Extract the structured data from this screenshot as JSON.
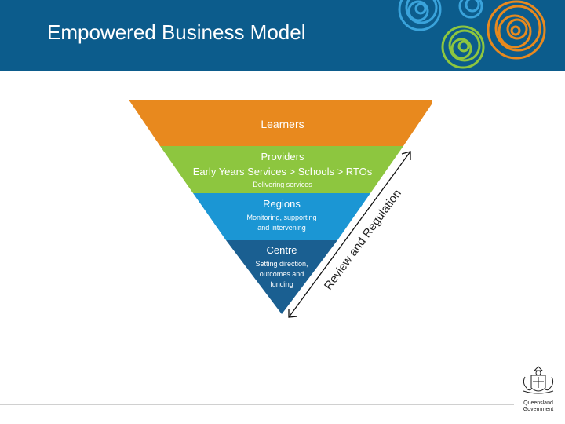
{
  "header": {
    "title": "Empowered Business Model"
  },
  "pyramid": {
    "tiers": [
      {
        "title": "Learners",
        "color": "#e8891e",
        "lines": []
      },
      {
        "title": "Providers",
        "color": "#8dc63f",
        "lines": [
          "Early Years Services > Schools > RTOs",
          "Delivering services"
        ]
      },
      {
        "title": "Regions",
        "color": "#1b96d4",
        "lines": [
          "Monitoring, supporting",
          "and intervening"
        ]
      },
      {
        "title": "Centre",
        "color": "#1a5f91",
        "lines": [
          "Setting direction,",
          "outcomes and",
          "funding"
        ]
      }
    ],
    "arrow_label": "Review and Regulation"
  },
  "logo": {
    "line1": "Queensland",
    "line2": "Government"
  },
  "colors": {
    "header": "#0c5c8c",
    "swirl_blue": "#3aa3db",
    "swirl_green": "#8dc63f",
    "swirl_orange": "#e8891e"
  }
}
